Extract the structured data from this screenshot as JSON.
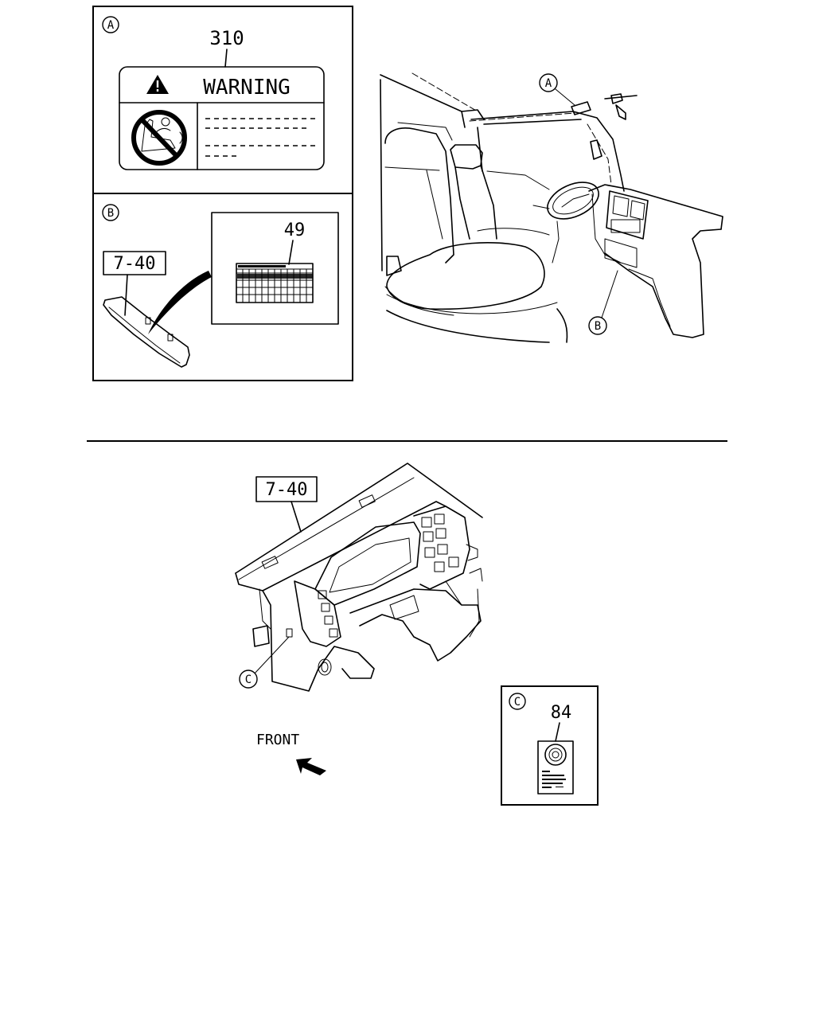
{
  "panels": {
    "a": {
      "letter": "A",
      "part_number": "310",
      "warning_text": "WARNING"
    },
    "b": {
      "letter": "B",
      "part_number": "49",
      "ref_label": "7-40"
    },
    "c": {
      "letter": "C",
      "part_number": "84"
    }
  },
  "cab_view": {
    "callout_a": "A",
    "callout_b": "B"
  },
  "dashboard_view": {
    "ref_label": "7-40",
    "callout_c": "C",
    "front_label": "FRONT"
  }
}
